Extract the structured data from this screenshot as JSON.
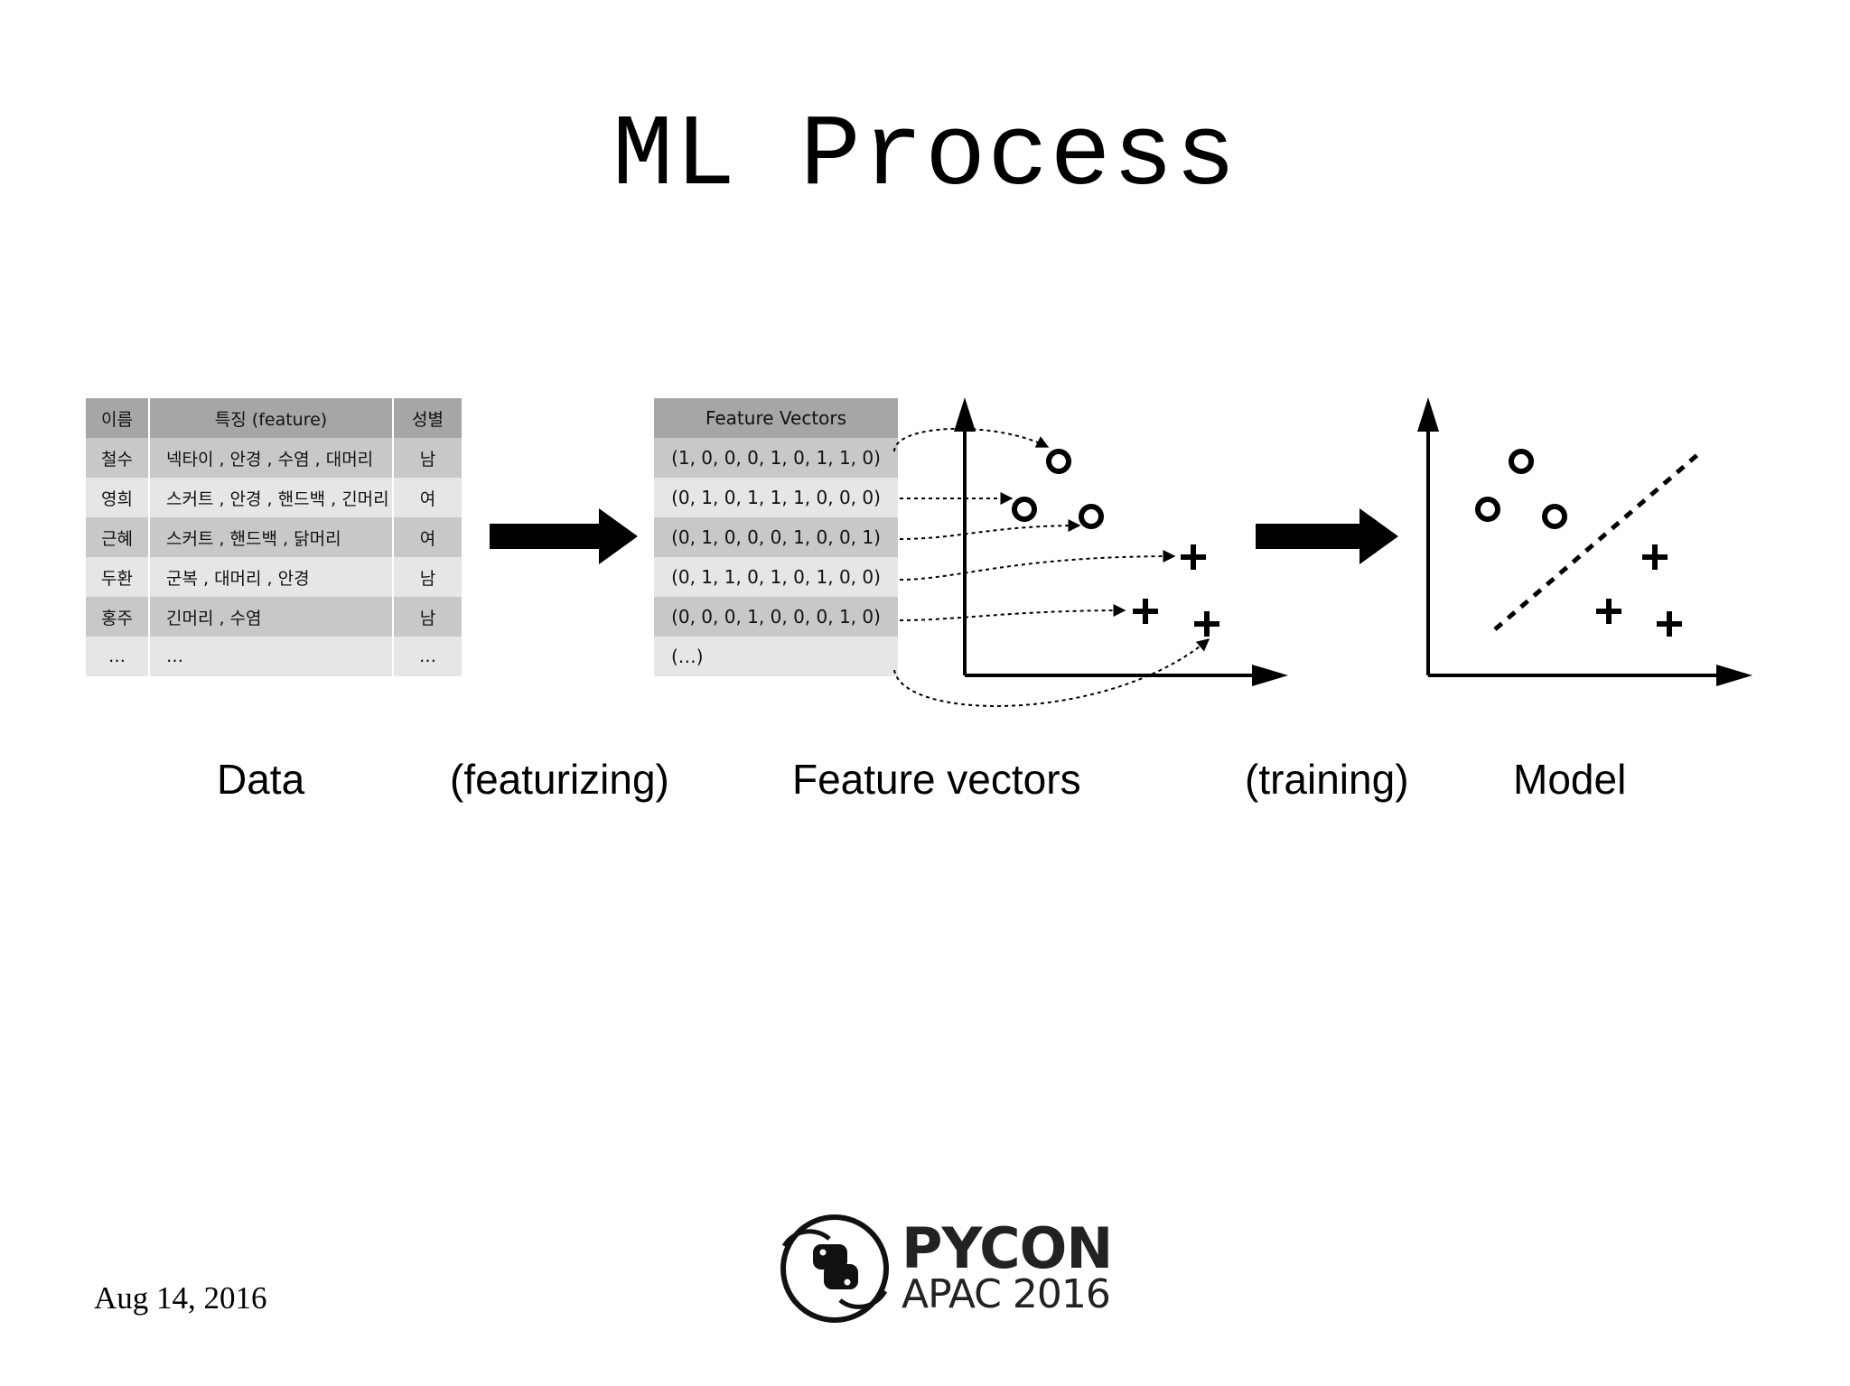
{
  "slide": {
    "title": "ML Process",
    "date": "Aug 14, 2016"
  },
  "data_table": {
    "headers": [
      "이름",
      "특징 (feature)",
      "성별"
    ],
    "rows": [
      [
        "철수",
        "넥타이 , 안경 , 수염 , 대머리",
        "남"
      ],
      [
        "영희",
        "스커트 , 안경 , 핸드백 , 긴머리",
        "여"
      ],
      [
        "근혜",
        "스커트 , 핸드백 , 닭머리",
        "여"
      ],
      [
        "두환",
        "군복 , 대머리 , 안경",
        "남"
      ],
      [
        "홍주",
        "긴머리 , 수염",
        "남"
      ],
      [
        "…",
        "…",
        "…"
      ]
    ]
  },
  "vector_table": {
    "header": "Feature Vectors",
    "rows": [
      "(1, 0, 0, 0, 1, 0, 1, 1, 0)",
      "(0, 1, 0, 1, 1, 1, 0, 0, 0)",
      "(0, 1, 0, 0, 0, 1, 0, 0, 1)",
      "(0, 1, 1, 0, 1, 0, 1, 0, 0)",
      "(0, 0, 0, 1, 0, 0, 0, 1, 0)",
      "(…)"
    ]
  },
  "captions": {
    "data": "Data",
    "featurizing": "(featurizing)",
    "feature_vectors": "Feature vectors",
    "training": "(training)",
    "model": "Model"
  },
  "logo": {
    "name": "PYCON",
    "event": "APAC 2016"
  },
  "icons": {
    "circle_marker": "circle-marker-icon",
    "plus_marker": "plus-marker-icon",
    "arrow": "right-arrow-icon",
    "python_logo": "python-logo-icon"
  },
  "colors": {
    "table_header": "#a6a6a6",
    "table_row_dark": "#c8c8c8",
    "table_row_light": "#e6e6e6"
  }
}
